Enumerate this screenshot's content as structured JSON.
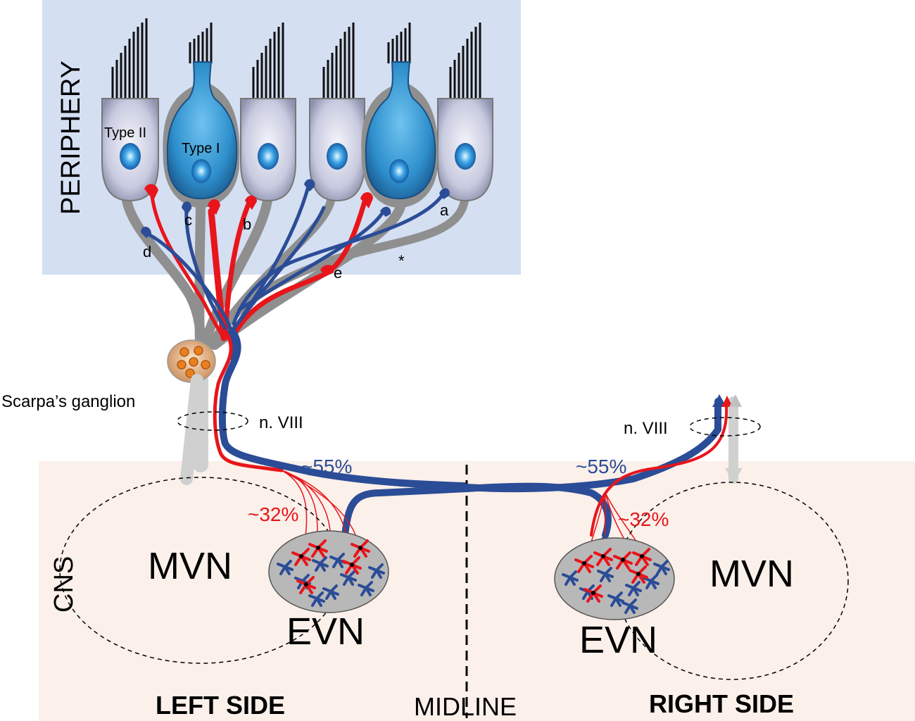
{
  "labels": {
    "periphery": "PERIPHERY",
    "cns": "CNS",
    "type_ii": "Type II",
    "type_i": "Type I",
    "a": "a",
    "b": "b",
    "c": "c",
    "d": "d",
    "e": "e",
    "asterisk": "*",
    "scarpa": "Scarpa’s ganglion",
    "nerve_left": "n. VIII",
    "nerve_right": "n. VIII",
    "pct_blue_left": "~55%",
    "pct_blue_right": "~55%",
    "pct_red_left": "~32%",
    "pct_red_right": "~32%",
    "mvn_left": "MVN",
    "mvn_right": "MVN",
    "evn_left": "EVN",
    "evn_right": "EVN",
    "left_side": "LEFT SIDE",
    "midline": "MIDLINE",
    "right_side": "RIGHT SIDE"
  },
  "colors": {
    "periphery_bg": "#d4dff2",
    "cns_bg": "#fbf0ea",
    "type_ii_cell": "#cfd2e3",
    "type_i_cell": "#2e8fcc",
    "efferent_blue": "#2b4c96",
    "efferent_red": "#e8151b",
    "afferent_gray": "#8f8f8f",
    "ganglion": "#f0a868",
    "evn_nucleus": "#b8b8b8"
  }
}
